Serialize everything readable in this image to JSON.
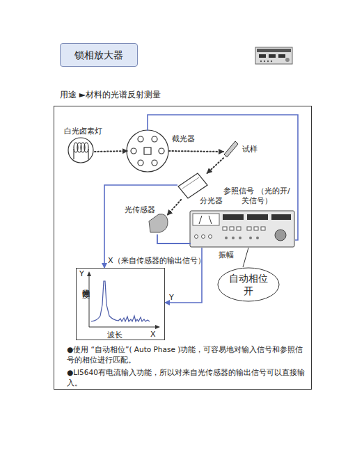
{
  "diagram": {
    "nodes": [
      {
        "text": [
          "锁相放大器"
        ]
      },
      {
        "text": [
          "●使用 “自动相位”( Auto Phase )功能，可容易地对输入信号和参照信号的相位进行匹配。",
          "●LI5640有电流输入功能，所以对来自光传感器的输出信号可以直接输入。"
        ]
      },
      {
        "text": [
          "白光卤素灯"
        ],
        "in": 1
      },
      {
        "text": [
          "截光器"
        ],
        "in": 1
      },
      {
        "text": [
          "试样"
        ],
        "in": 1
      },
      {
        "text": [
          "分光器"
        ],
        "in": 1
      },
      {
        "text": [
          "光传感器"
        ],
        "in": 1
      },
      {
        "text": [
          "振幅"
        ],
        "in": 1
      },
      {
        "text": [
          "Y",
          "光的强度",
          "波长",
          "X"
        ],
        "in": 1
      },
      {
        "text": [
          "自动相位 开"
        ],
        "in": 1
      }
    ],
    "edges": [
      {
        "from": 2,
        "to": 3,
        "arrow": "to"
      },
      {
        "from": 3,
        "to": 4,
        "arrow": "to"
      },
      {
        "from": 4,
        "to": 5,
        "arrow": "to"
      },
      {
        "from": 5,
        "to": 6,
        "arrow": "to"
      },
      {
        "from": 3,
        "to": 7,
        "label": "参照信号 （光的开/关信号）",
        "arrow": "none"
      },
      {
        "from": 6,
        "to": 7,
        "arrow": "none"
      },
      {
        "from": 5,
        "to": 8,
        "label": "X（来自传感器的输出信号）",
        "arrow": "to"
      },
      {
        "from": 7,
        "to": 8,
        "label": "Y",
        "arrow": "to"
      },
      {
        "from": 9,
        "to": 7,
        "arrow": "none"
      }
    ],
    "labels": [
      "用途 ►材料的光谱反射测量"
    ]
  }
}
